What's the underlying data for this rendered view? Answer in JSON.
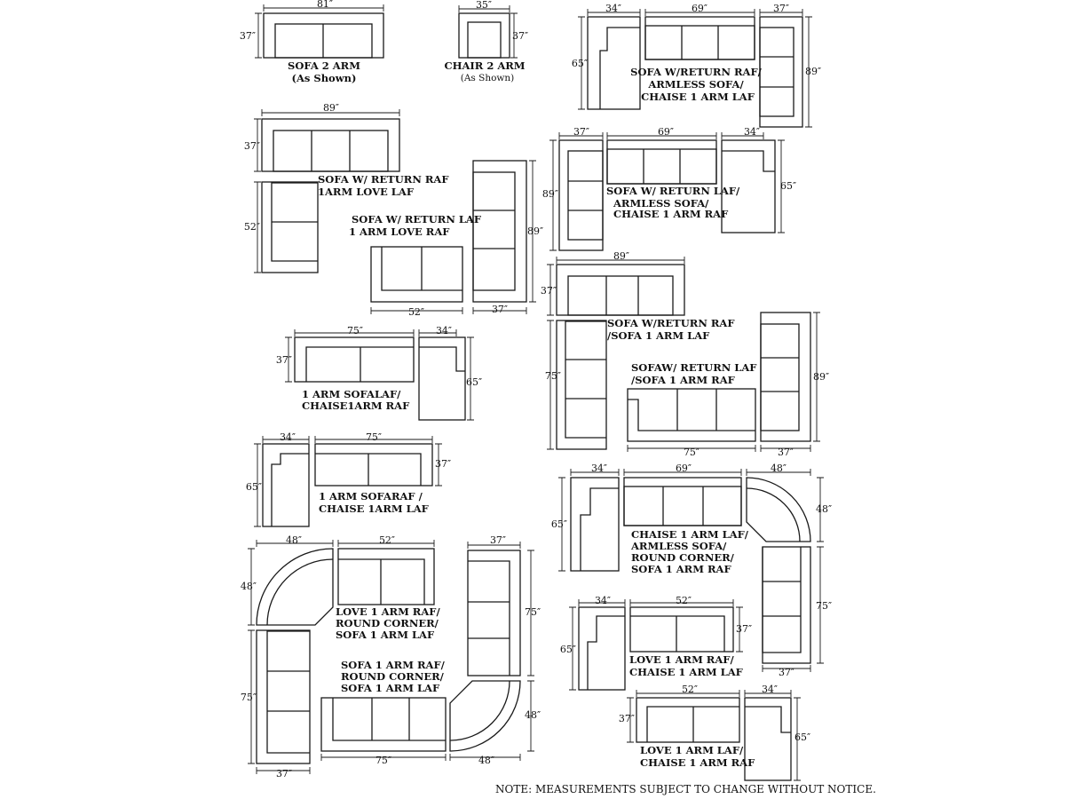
{
  "dims": {
    "d34": "34″",
    "d35": "35″",
    "d37": "37″",
    "d48": "48″",
    "d52": "52″",
    "d65": "65″",
    "d69": "69″",
    "d75": "75″",
    "d81": "81″",
    "d89": "89″"
  },
  "groups": [
    {
      "name": "sofa-2-arm",
      "lines": [
        "SOFA 2 ARM",
        "(As Shown)"
      ]
    },
    {
      "name": "chair-2-arm",
      "lines": [
        "CHAIR 2 ARM",
        "(As Shown)"
      ]
    },
    {
      "name": "sofa-return-raf-armless-chaise",
      "lines": [
        "SOFA W/RETURN RAF/",
        "ARMLESS SOFA/",
        "CHAISE 1 ARM LAF"
      ]
    },
    {
      "name": "sofa-return-raf-love-laf",
      "lines": [
        "SOFA W/ RETURN RAF",
        "1ARM LOVE LAF"
      ]
    },
    {
      "name": "sofa-return-laf-love-raf",
      "lines": [
        "SOFA  W/ RETURN LAF",
        "1 ARM LOVE RAF"
      ]
    },
    {
      "name": "sofa-return-laf-armless-chaise",
      "lines": [
        "SOFA W/ RETURN LAF/",
        "ARMLESS SOFA/",
        "CHAISE 1 ARM RAF"
      ]
    },
    {
      "name": "sofa-return-raf-sofa-laf",
      "lines": [
        "SOFA W/RETURN RAF",
        "/SOFA 1 ARM LAF"
      ]
    },
    {
      "name": "sofa-return-laf-sofa-raf",
      "lines": [
        "SOFAW/ RETURN LAF",
        "/SOFA 1 ARM RAF"
      ]
    },
    {
      "name": "arm-sofa-laf-chaise-raf",
      "lines": [
        "1 ARM SOFALAF/",
        "CHAISE1ARM   RAF"
      ]
    },
    {
      "name": "arm-sofa-raf-chaise-laf",
      "lines": [
        "1 ARM SOFARAF /",
        "CHAISE 1ARM  LAF"
      ]
    },
    {
      "name": "chaise-armless-corner-sofa",
      "lines": [
        "CHAISE 1 ARM LAF/",
        "ARMLESS SOFA/",
        "ROUND CORNER/",
        "SOFA 1 ARM RAF"
      ]
    },
    {
      "name": "love-raf-corner-sofa-laf",
      "lines": [
        "LOVE 1 ARM RAF/",
        "ROUND CORNER/",
        "SOFA 1 ARM LAF"
      ]
    },
    {
      "name": "sofa-raf-corner-sofa-laf",
      "lines": [
        "SOFA 1 ARM RAF/",
        "ROUND CORNER/",
        "SOFA 1 ARM LAF"
      ]
    },
    {
      "name": "love-raf-chaise-laf",
      "lines": [
        "LOVE 1 ARM RAF/",
        "CHAISE 1 ARM LAF"
      ]
    },
    {
      "name": "love-laf-chaise-raf",
      "lines": [
        "LOVE 1 ARM LAF/",
        "CHAISE 1 ARM RAF"
      ]
    }
  ],
  "note": "NOTE:  MEASUREMENTS SUBJECT TO CHANGE WITHOUT NOTICE."
}
